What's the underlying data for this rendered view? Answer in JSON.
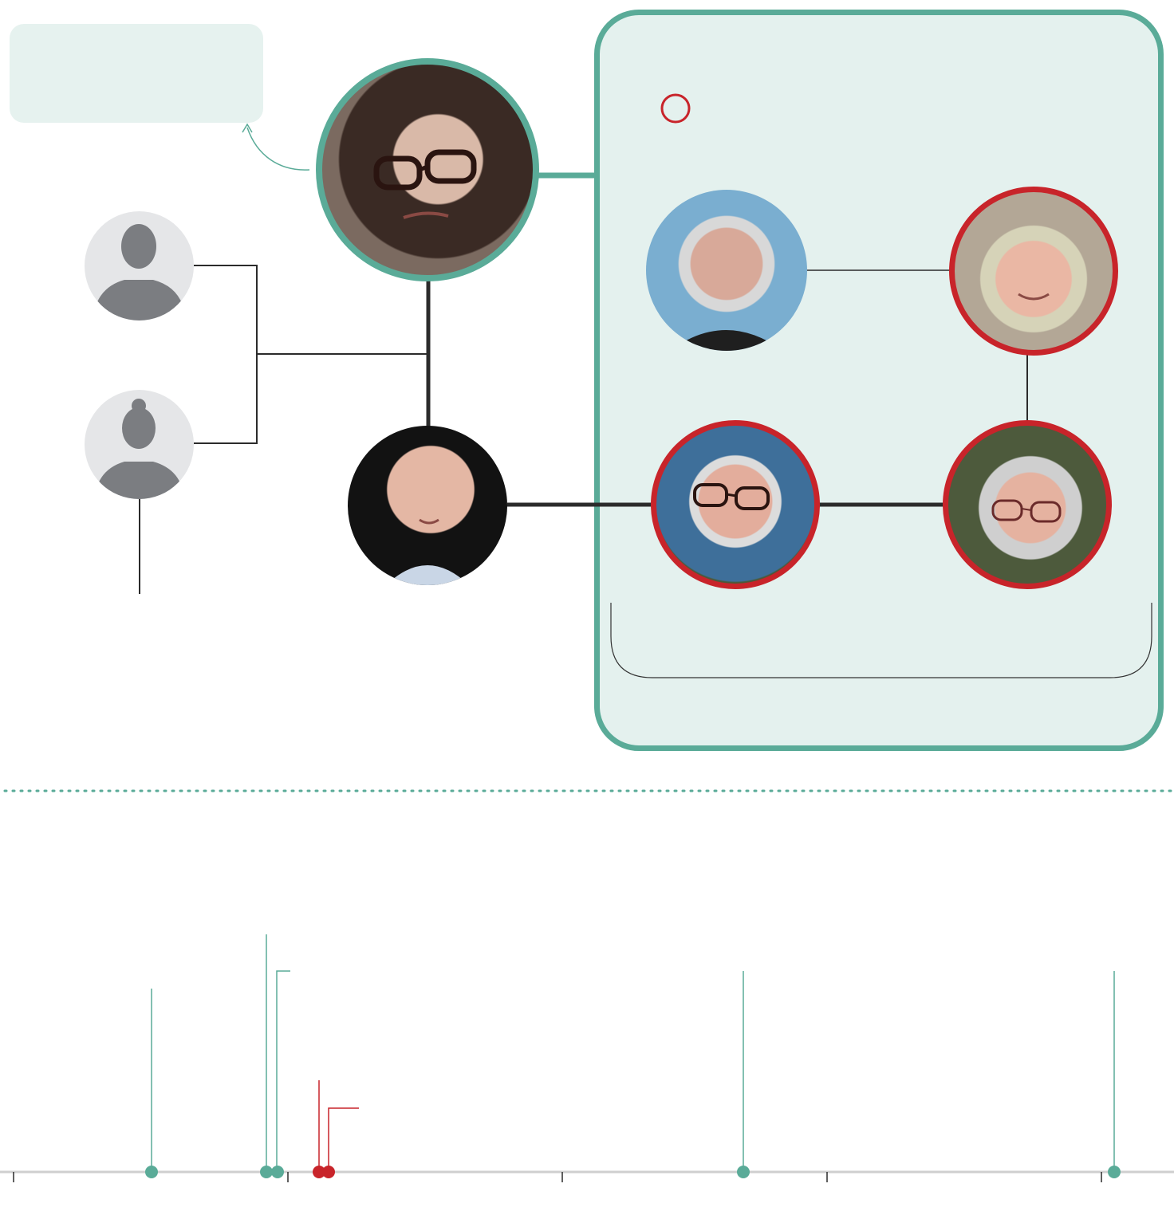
{
  "colors": {
    "teal": "#5aab98",
    "red": "#c8242a",
    "panel_fill": "#e4f1ee",
    "callout_fill": "#e6f2ef",
    "line": "#2b2b2b",
    "axis": "#cfcfcf",
    "silhouette_bg": "#e5e6e8",
    "silhouette": "#7b7d81"
  },
  "icons": {
    "legend_marker": "red-circle-outline-icon",
    "male_placeholder": "male-silhouette-icon",
    "female_placeholder": "female-silhouette-icon"
  },
  "people": [
    {
      "id": "woman-central",
      "ring": "teal",
      "photo": "portrait-woman-glasses"
    },
    {
      "id": "man-bald",
      "ring": "none",
      "photo": "portrait-bald-man"
    },
    {
      "id": "man-elderly-grey",
      "ring": "none",
      "photo": "portrait-elderly-man"
    },
    {
      "id": "woman-elderly-short-hair",
      "ring": "red",
      "photo": "portrait-elderly-woman"
    },
    {
      "id": "man-elderly-glasses",
      "ring": "red",
      "photo": "portrait-elderly-man-glasses"
    },
    {
      "id": "woman-elderly-glasses",
      "ring": "red",
      "photo": "portrait-elderly-woman-glasses"
    },
    {
      "id": "placeholder-male",
      "ring": "none",
      "photo": "male-silhouette"
    },
    {
      "id": "placeholder-female",
      "ring": "none",
      "photo": "female-silhouette"
    }
  ],
  "timeline": {
    "events": [
      {
        "color": "teal",
        "stem": "straight"
      },
      {
        "color": "teal",
        "stem": "straight"
      },
      {
        "color": "teal",
        "stem": "bracket"
      },
      {
        "color": "red",
        "stem": "straight"
      },
      {
        "color": "red",
        "stem": "bracket"
      },
      {
        "color": "teal",
        "stem": "straight"
      },
      {
        "color": "teal",
        "stem": "straight"
      }
    ],
    "tick_count": 5
  }
}
